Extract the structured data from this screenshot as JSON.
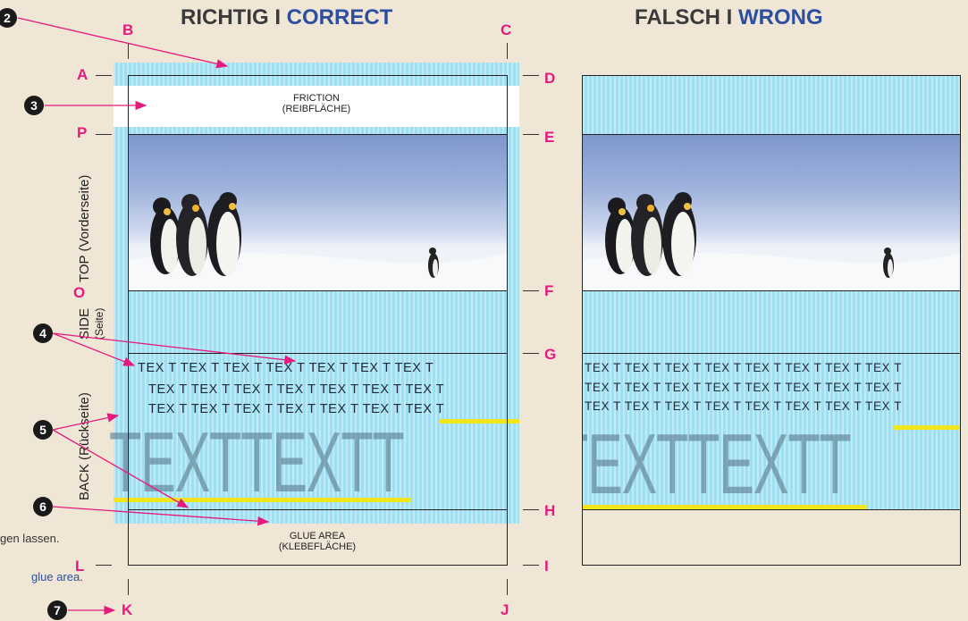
{
  "headings": {
    "correct_prefix": "RICHTIG I",
    "correct_suffix": "CORRECT",
    "wrong_prefix": "FALSCH I",
    "wrong_suffix": "WRONG"
  },
  "letters": {
    "A": "A",
    "B": "B",
    "C": "C",
    "D": "D",
    "E": "E",
    "F": "F",
    "G": "G",
    "H": "H",
    "I": "I",
    "J": "J",
    "K": "K",
    "L": "L",
    "O": "O",
    "P": "P"
  },
  "bullets": [
    "2",
    "3",
    "4",
    "5",
    "6",
    "7"
  ],
  "labels": {
    "friction_line1": "FRICTION",
    "friction_line2": "(REIBFLÄCHE)",
    "glue_line1": "GLUE AREA",
    "glue_line2": "(KLEBEFLÄCHE)",
    "top": "TOP (Vorderseite)",
    "side_line1": "SIDE",
    "side_line2": "(Seite)",
    "back": "BACK (Rückseite)"
  },
  "text_rows": {
    "correct": "TEX T TEX T TEX T TEX T TEX T TEX T TEX T",
    "wrong": "TEX T TEX T TEX T TEX T TEX T TEX T TEX T TEX T"
  },
  "big_text": {
    "correct": "TEXTTEXTT",
    "wrong": "TEXTTEXTT"
  },
  "left_fragments": {
    "line1": "gen lassen.",
    "line2": "glue area",
    "line2_suffix": "."
  },
  "colors": {
    "background": "#f0e6d6",
    "accent_magenta": "#e6197d",
    "heading_blue": "#2e4ea0",
    "stripe_blue": "#9fdff2",
    "highlight_yellow": "#f2e51a"
  }
}
